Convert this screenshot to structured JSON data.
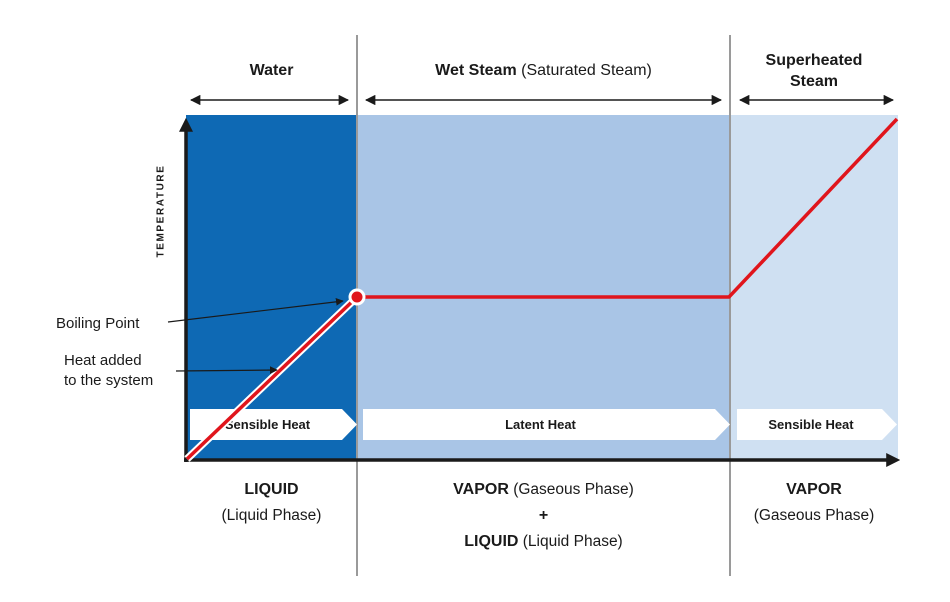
{
  "colors": {
    "water_region": "#0e69b4",
    "wet_steam_region": "#a9c5e6",
    "superheated_region": "#cfe0f2",
    "heat_line": "#e0151c",
    "axis": "#1a1a1a",
    "divider": "#9a9a9a",
    "banner": "#ffffff"
  },
  "top_labels": {
    "water": "Water",
    "wet_steam_bold": "Wet Steam",
    "wet_steam_rest": " (Saturated Steam)",
    "superheated_line1": "Superheated",
    "superheated_line2": "Steam"
  },
  "axes": {
    "y_label": "TEMPERATURE"
  },
  "annotations": {
    "boiling_point": "Boiling Point",
    "heat_added_line1": "Heat added",
    "heat_added_line2": "to the system"
  },
  "banners": {
    "water": "Sensible Heat",
    "wet_steam": "Latent Heat",
    "superheated": "Sensible Heat"
  },
  "bottom_labels": {
    "water_bold": "LIQUID",
    "water_rest": "(Liquid Phase)",
    "wet_line1_bold": "VAPOR",
    "wet_line1_rest": " (Gaseous Phase)",
    "wet_plus": "+",
    "wet_line2_bold": "LIQUID",
    "wet_line2_rest": " (Liquid Phase)",
    "superheated_bold": "VAPOR",
    "superheated_rest": "(Gaseous Phase)"
  }
}
